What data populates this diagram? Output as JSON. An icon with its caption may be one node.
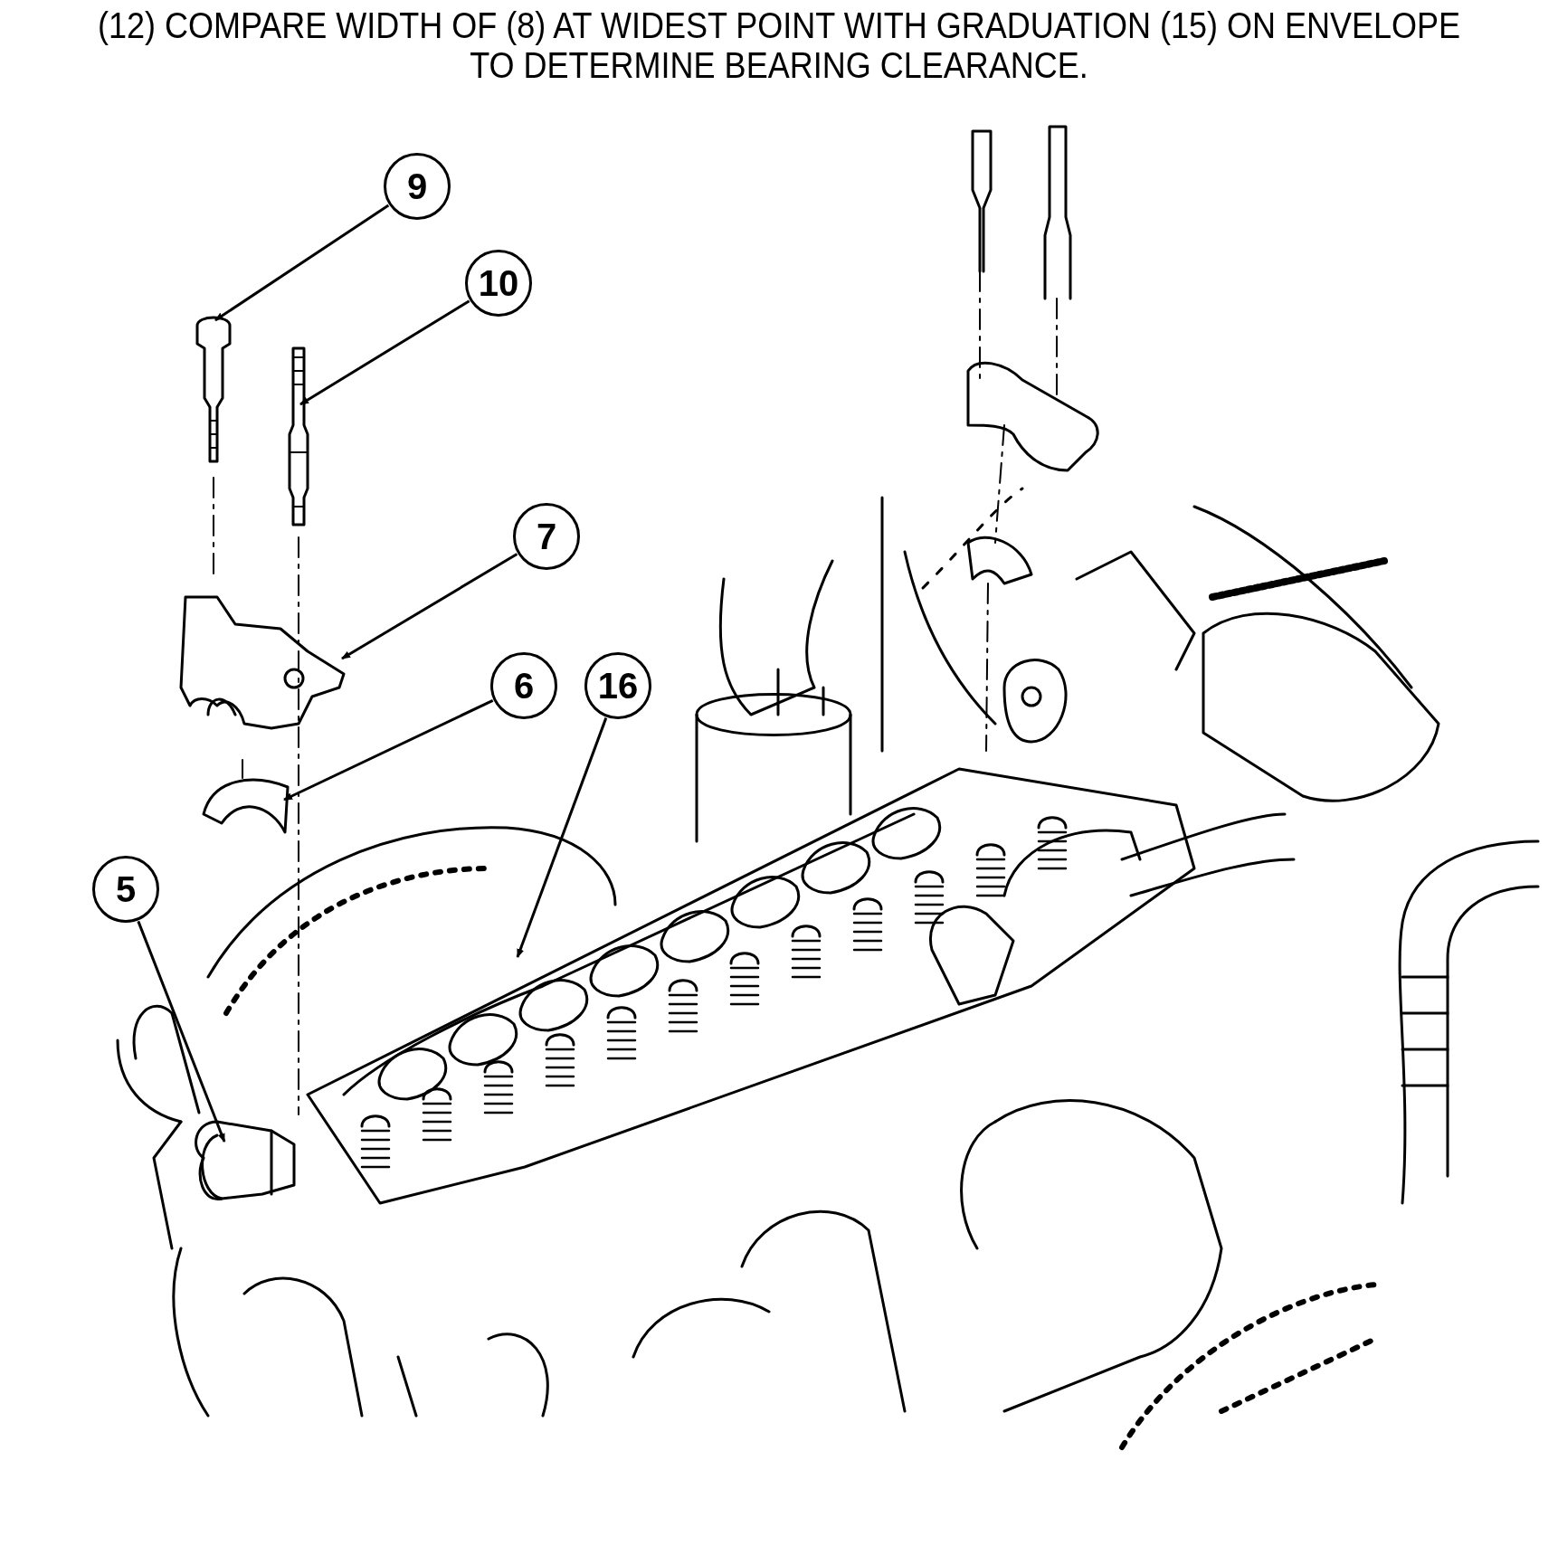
{
  "diagram": {
    "title": "(12) COMPARE WIDTH OF (8) AT WIDEST POINT WITH GRADUATION (15) ON ENVELOPE TO DETERMINE BEARING CLEARANCE.",
    "nodes": [
      {
        "text": [
          "9"
        ]
      },
      {
        "text": [],
        "shape": "picture"
      },
      {
        "text": [
          "10"
        ]
      },
      {
        "text": [],
        "shape": "picture"
      },
      {
        "text": [
          "7"
        ]
      },
      {
        "text": [],
        "shape": "picture"
      },
      {
        "text": [
          "6"
        ]
      },
      {
        "text": [],
        "shape": "picture"
      },
      {
        "text": [
          "16"
        ]
      },
      {
        "text": [],
        "shape": "picture"
      },
      {
        "text": [
          "5"
        ]
      },
      {
        "text": [],
        "shape": "picture"
      }
    ],
    "edges": [
      {
        "from": 0,
        "to": 1,
        "arrow": "to"
      },
      {
        "from": 2,
        "to": 3,
        "arrow": "to"
      },
      {
        "from": 4,
        "to": 5,
        "arrow": "to"
      },
      {
        "from": 6,
        "to": 7,
        "arrow": "to"
      },
      {
        "from": 8,
        "to": 9,
        "arrow": "to"
      },
      {
        "from": 10,
        "to": 11,
        "arrow": "to"
      }
    ]
  }
}
